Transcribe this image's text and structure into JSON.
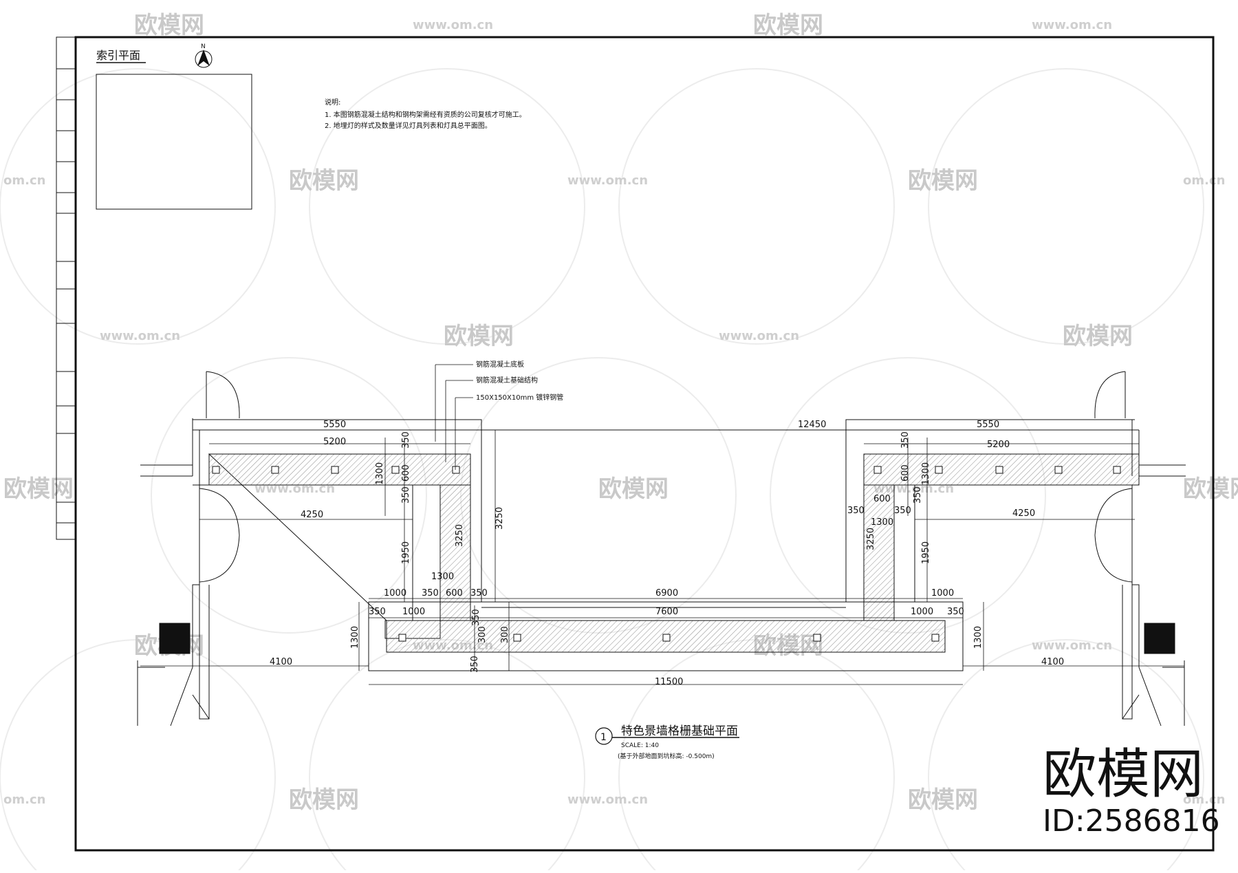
{
  "index_plan": {
    "title": "索引平面",
    "north": "N"
  },
  "notes": {
    "heading": "说明:",
    "line1": "1. 本图钢筋混凝土结构和钢构架需经有资质的公司复核才可施工。",
    "line2": "2. 地埋灯的样式及数量详见灯具列表和灯具总平面图。"
  },
  "callouts": {
    "slab": "钢筋混凝土底板",
    "foundation": "钢筋混凝土基础结构",
    "steel_tube": "150X150X10mm 镀锌钢管"
  },
  "dimensions": {
    "top_left_5550": "5550",
    "top_mid_12450": "12450",
    "top_right_5550": "5550",
    "left_5200": "5200",
    "right_5200": "5200",
    "left_350_a": "350",
    "left_1300": "1300",
    "left_600_a": "600",
    "left_350_b": "350",
    "left_4250": "4250",
    "right_4250": "4250",
    "left_3250_outer": "3250",
    "left_3250_inner": "3250",
    "left_1950": "1950",
    "left_1300_b": "1300",
    "left_1000_a": "1000",
    "left_350_c": "350",
    "left_600_b": "600",
    "left_350_d": "350",
    "mid_6900": "6900",
    "left_350_e": "350",
    "left_1000_b": "1000",
    "mid_7600": "7600",
    "right_1000_b": "1000",
    "right_350_e": "350",
    "left_1300_v": "1300",
    "right_1300_v": "1300",
    "left_350_v": "350",
    "left_300_a": "300",
    "left_300_b": "300",
    "left_350_bottom": "350",
    "bottom_11500": "11500",
    "left_4100": "4100",
    "right_4100": "4100",
    "right_350_a": "350",
    "right_600_a": "600",
    "right_1300": "1300",
    "right_350_b": "350",
    "right_600_b": "600",
    "right_350_c": "350",
    "right_1300_b": "1300",
    "right_350_d": "350",
    "right_3250": "3250",
    "right_1950": "1950",
    "right_1000_a": "1000"
  },
  "drawing_title": {
    "number": "1",
    "title": "特色景墙格栅基础平面",
    "scale": "SCALE: 1:40",
    "note": "(基于外部地面到坑标高: -0.500m)"
  },
  "watermarks": {
    "text": "欧模网",
    "url": "www.om.cn",
    "url_short": "om.cn"
  },
  "brand": {
    "name": "欧模网",
    "id": "ID:2586816"
  },
  "colors": {
    "line": "#111111",
    "hatch": "#888888",
    "watermark": "#c9c9c9"
  }
}
